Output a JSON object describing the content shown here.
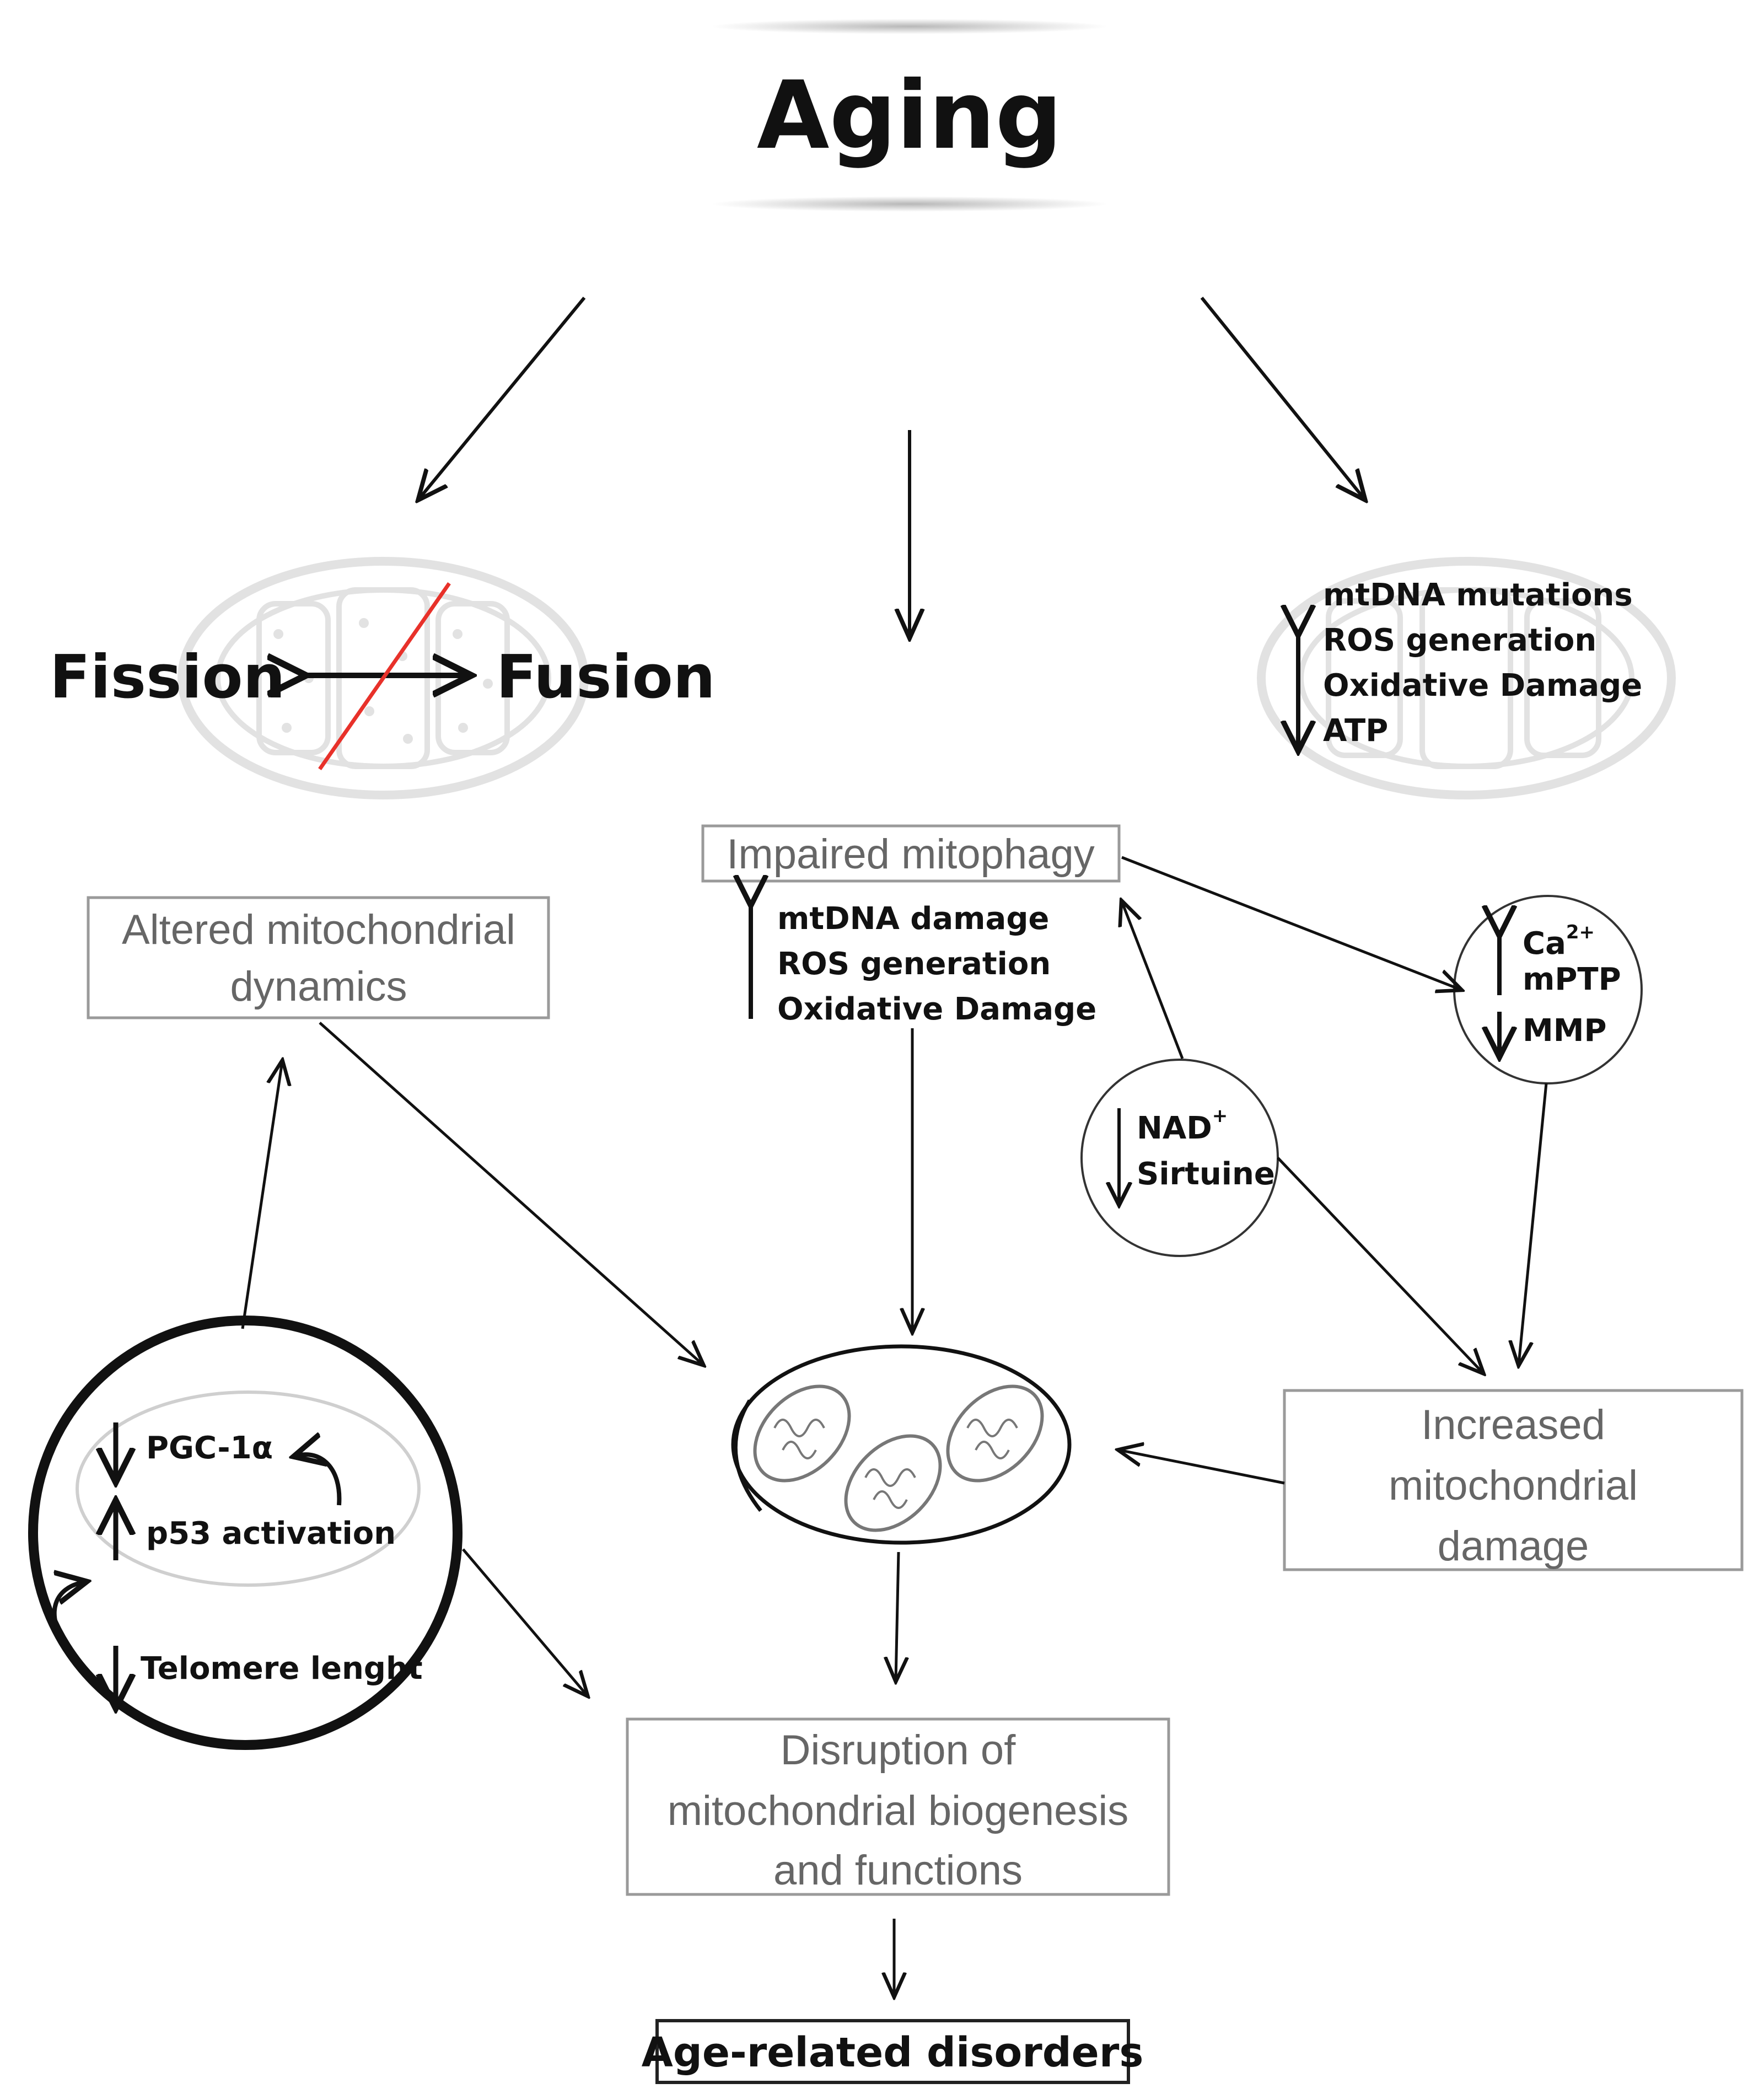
{
  "title": "Aging",
  "fission_label": "Fission",
  "fusion_label": "Fusion",
  "mito_markers": {
    "up": [
      "mtDNA mutations",
      "ROS generation",
      "Oxidative Damage"
    ],
    "down": [
      "ATP"
    ]
  },
  "altered_dynamics": [
    "Altered mitochondrial",
    "dynamics"
  ],
  "impaired_mitophagy": "Impaired mitophagy",
  "mitophagy_markers": [
    "mtDNA damage",
    "ROS generation",
    "Oxidative Damage"
  ],
  "ion_circle": {
    "ca": "Ca",
    "ca_sup": "2+",
    "mptp": "mPTP",
    "mmp": "MMP"
  },
  "nad_circle": {
    "nad": "NAD",
    "nad_sup": "+",
    "sirtuine": "Sirtuine"
  },
  "senescence_circle": {
    "pgc": "PGC-1α",
    "p53": "p53 activation",
    "telomere": "Telomere lenght"
  },
  "increased_damage": [
    "Increased",
    "mitochondrial",
    "damage"
  ],
  "disruption": [
    "Disruption of",
    "mitochondrial biogenesis",
    "and functions"
  ],
  "final_outcome": "Age-related disorders",
  "colors": {
    "line": "#111111",
    "box_border": "#9a9a9a",
    "box_text": "#666666",
    "inhibit_slash": "#e8312a",
    "ghost_mito": "#e2e2e2"
  }
}
